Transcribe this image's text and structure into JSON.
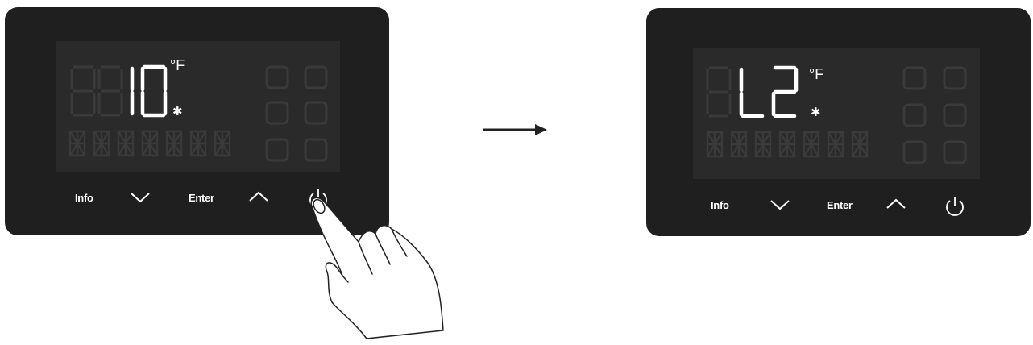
{
  "left_display": {
    "temperature": "10",
    "unit": "°F",
    "mode_icon": "snowflake-icon",
    "buttons": {
      "info": "Info",
      "enter": "Enter"
    }
  },
  "right_display": {
    "code": "L2",
    "unit": "°F",
    "mode_icon": "snowflake-icon",
    "buttons": {
      "info": "Info",
      "enter": "Enter"
    }
  },
  "colors": {
    "panel": "#1f1f1f",
    "lcd": "#2a2a2a",
    "lit_segment": "#ffffff",
    "unlit_segment": "#3a3a3a"
  }
}
